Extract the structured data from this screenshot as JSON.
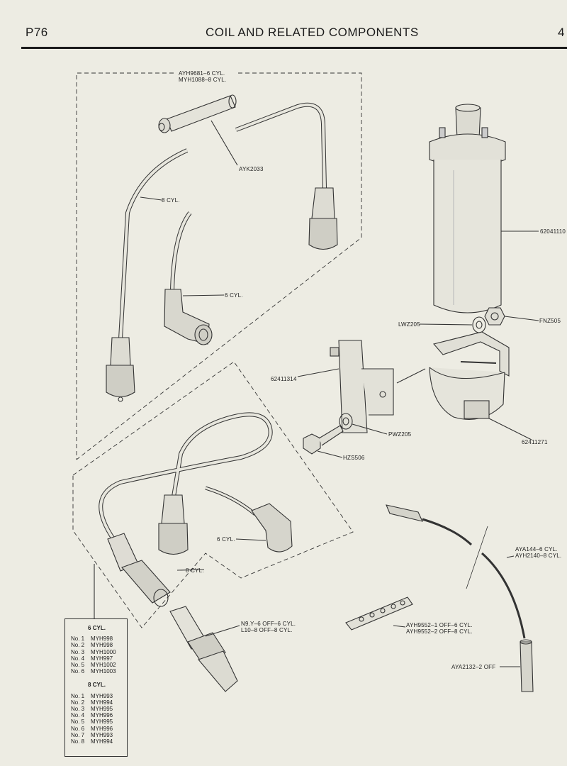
{
  "header": {
    "page_no": "P76",
    "title": "COIL AND RELATED COMPONENTS",
    "section": "4"
  },
  "labels": {
    "lead_set": [
      "AYH9681–6 CYL.",
      "MYH1088–8 CYL."
    ],
    "connector": "AYK2033",
    "cyl8_top": "8 CYL.",
    "cyl6_top": "6 CYL.",
    "coil": "62041110",
    "nut": "FNZ505",
    "washer": "LWZ205",
    "resistor": "62411314",
    "bracket": "62411271",
    "pwz": "PWZ205",
    "bolt": "HZS506",
    "cyl6_low": "6 CYL.",
    "cyl8_low": "8 CYL.",
    "plug": [
      "N9.Y–6 OFF–6 CYL.",
      "L10–8 OFF–8 CYL."
    ],
    "cable": [
      "AYA144–6 CYL.",
      "AYH2140–8 CYL."
    ],
    "comb": [
      "AYH9552–1 OFF–6 CYL.",
      "AYH9552–2 OFF–8 CYL."
    ],
    "sleeve": "AYA2132–2 OFF"
  },
  "table": {
    "six_heading": "6 CYL.",
    "six": [
      {
        "no": "No. 1",
        "part": "MYH998"
      },
      {
        "no": "No. 2",
        "part": "MYH998"
      },
      {
        "no": "No. 3",
        "part": "MYH1000"
      },
      {
        "no": "No. 4",
        "part": "MYH997"
      },
      {
        "no": "No. 5",
        "part": "MYH1002"
      },
      {
        "no": "No. 6",
        "part": "MYH1003"
      }
    ],
    "eight_heading": "8 CYL.",
    "eight": [
      {
        "no": "No. 1",
        "part": "MYH993"
      },
      {
        "no": "No. 2",
        "part": "MYH994"
      },
      {
        "no": "No. 3",
        "part": "MYH995"
      },
      {
        "no": "No. 4",
        "part": "MYH996"
      },
      {
        "no": "No. 5",
        "part": "MYH995"
      },
      {
        "no": "No. 6",
        "part": "MYH996"
      },
      {
        "no": "No. 7",
        "part": "MYH993"
      },
      {
        "no": "No. 8",
        "part": "MYH994"
      }
    ]
  }
}
